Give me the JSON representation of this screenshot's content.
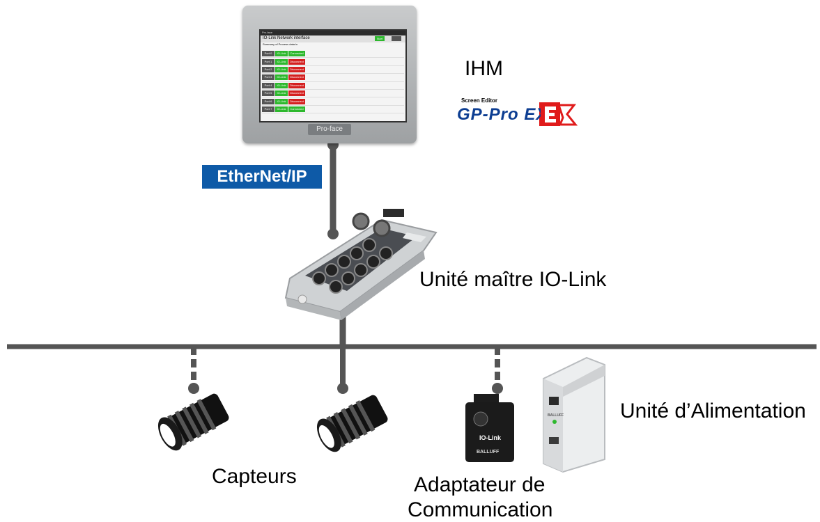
{
  "labels": {
    "ihm": "IHM",
    "software_small": "Screen Editor",
    "software_logo": "GP-Pro EX",
    "network": "EtherNet/IP",
    "master": "Unité maître IO-Link",
    "power": "Unité d’Alimentation",
    "sensors": "Capteurs",
    "adapter_line1": "Adaptateur de",
    "adapter_line2": "Communication"
  },
  "hmi_screen": {
    "title": "IO-Link Network interface",
    "subtitle": "Summary of Process data in",
    "brand": "Pro-face",
    "start_button": "Start",
    "rows": [
      {
        "port": "Port 0",
        "mode": "IO-Link",
        "status": "Connected",
        "ok": true
      },
      {
        "port": "Port 1",
        "mode": "IO-Link",
        "status": "Disconnect",
        "ok": false
      },
      {
        "port": "Port 2",
        "mode": "IO-Link",
        "status": "Disconnect",
        "ok": false
      },
      {
        "port": "Port 3",
        "mode": "IO-Link",
        "status": "Disconnect",
        "ok": false
      },
      {
        "port": "Port 4",
        "mode": "IO-Link",
        "status": "Disconnect",
        "ok": false
      },
      {
        "port": "Port 5",
        "mode": "IO-Link",
        "status": "Disconnect",
        "ok": false
      },
      {
        "port": "Port 6",
        "mode": "IO-Link",
        "status": "Disconnect",
        "ok": false
      },
      {
        "port": "Port 7",
        "mode": "IO-Link",
        "status": "Connected",
        "ok": true
      }
    ]
  },
  "device_brand": "BALLUFF",
  "adapter_text": "IO-Link",
  "colors": {
    "network_badge": "#0e5aa7",
    "connected": "#2db82d",
    "disconnected": "#d42020",
    "line": "#555555"
  }
}
